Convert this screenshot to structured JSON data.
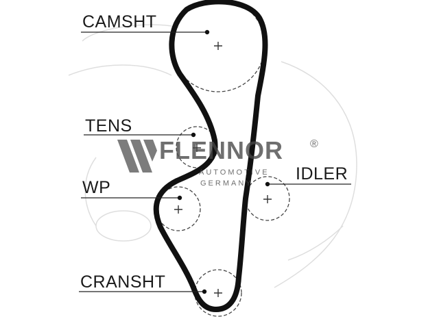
{
  "diagram": {
    "labels": {
      "camshaft": "CAMSHT",
      "tensioner": "TENS",
      "water_pump": "WP",
      "idler": "IDLER",
      "crankshaft": "CRANSHT"
    }
  },
  "watermark": {
    "brand": "FLENNOR",
    "registered": "®",
    "subline_1": "AUTOMOTIVE",
    "subline_2": "GERMANY"
  },
  "colors": {
    "belt": "#111111",
    "pulley_outline": "#444444",
    "label_text": "#1a1a1a",
    "watermark": "#555555"
  }
}
